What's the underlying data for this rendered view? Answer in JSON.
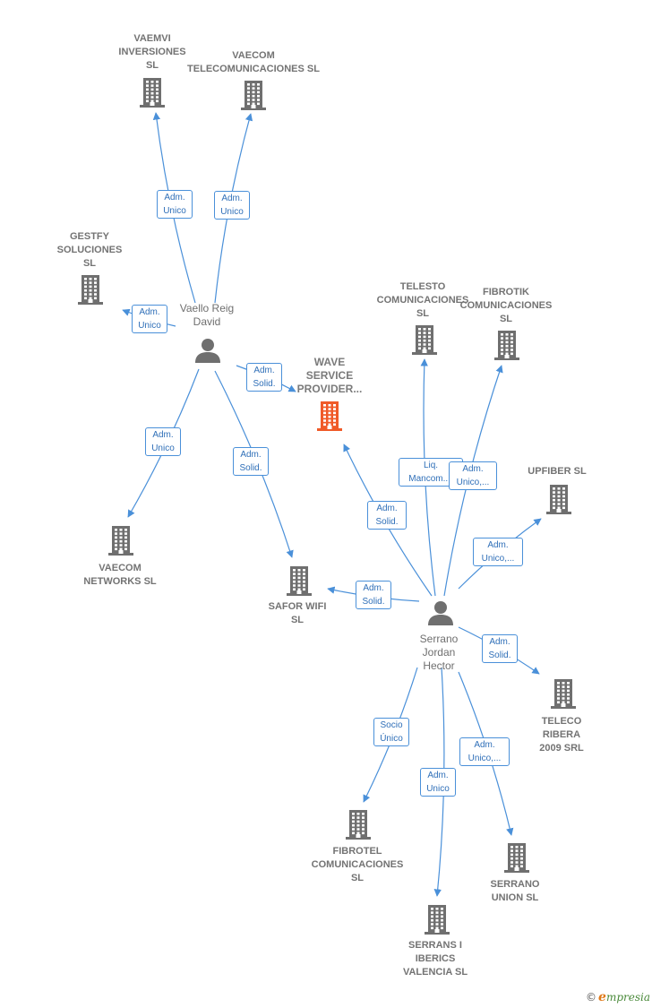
{
  "nodes": [
    {
      "id": "vaemvi",
      "type": "company",
      "label": "VAEMVI\nINVERSIONES\nSL"
    },
    {
      "id": "vaecom_tel",
      "type": "company",
      "label": "VAECOM\nTELECOMUNICACIONES SL"
    },
    {
      "id": "gestfy",
      "type": "company",
      "label": "GESTFY\nSOLUCIONES\nSL"
    },
    {
      "id": "vaello",
      "type": "person",
      "label": "Vaello Reig\nDavid"
    },
    {
      "id": "wave",
      "type": "company",
      "label": "WAVE\nSERVICE\nPROVIDER...",
      "focus": true
    },
    {
      "id": "telesto",
      "type": "company",
      "label": "TELESTO\nCOMUNICACIONES\nSL"
    },
    {
      "id": "fibrotik",
      "type": "company",
      "label": "FIBROTIK\nCOMUNICACIONES\nSL"
    },
    {
      "id": "upfiber",
      "type": "company",
      "label": "UPFIBER  SL"
    },
    {
      "id": "vaecom_net",
      "type": "company",
      "label": "VAECOM\nNETWORKS  SL"
    },
    {
      "id": "safor",
      "type": "company",
      "label": "SAFOR WIFI\nSL"
    },
    {
      "id": "serrano",
      "type": "person",
      "label": "Serrano\nJordan\nHector"
    },
    {
      "id": "teleco",
      "type": "company",
      "label": "TELECO\nRIBERA\n2009 SRL"
    },
    {
      "id": "fibrotel",
      "type": "company",
      "label": "FIBROTEL\nCOMUNICACIONES\nSL"
    },
    {
      "id": "serrans",
      "type": "company",
      "label": "SERRANS I\nIBERICS\nVALENCIA  SL"
    },
    {
      "id": "serrano_union",
      "type": "company",
      "label": "SERRANO\nUNION  SL"
    }
  ],
  "edges": [
    {
      "from": "vaello",
      "to": "vaemvi",
      "label": "Adm.\nUnico"
    },
    {
      "from": "vaello",
      "to": "vaecom_tel",
      "label": "Adm.\nUnico"
    },
    {
      "from": "vaello",
      "to": "gestfy",
      "label": "Adm.\nUnico"
    },
    {
      "from": "vaello",
      "to": "wave",
      "label": "Adm.\nSolid."
    },
    {
      "from": "vaello",
      "to": "vaecom_net",
      "label": "Adm.\nUnico"
    },
    {
      "from": "vaello",
      "to": "safor",
      "label": "Adm.\nSolid."
    },
    {
      "from": "serrano",
      "to": "telesto",
      "label": "Liq.\nMancom...."
    },
    {
      "from": "serrano",
      "to": "fibrotik",
      "label": "Adm.\nUnico,..."
    },
    {
      "from": "serrano",
      "to": "upfiber",
      "label": "Adm.\nUnico,..."
    },
    {
      "from": "serrano",
      "to": "wave",
      "label": "Adm.\nSolid."
    },
    {
      "from": "serrano",
      "to": "safor",
      "label": "Adm.\nSolid."
    },
    {
      "from": "serrano",
      "to": "teleco",
      "label": "Adm.\nSolid."
    },
    {
      "from": "serrano",
      "to": "fibrotel",
      "label": "Socio\nÚnico"
    },
    {
      "from": "serrano",
      "to": "serrans",
      "label": "Adm.\nUnico"
    },
    {
      "from": "serrano",
      "to": "serrano_union",
      "label": "Adm.\nUnico,..."
    }
  ],
  "colors": {
    "edge": "#4a90d9",
    "company": "#6f6f6f",
    "focus_company": "#f05a28",
    "person": "#6f6f6f",
    "label_text": "#2f6fb8"
  },
  "icons": {
    "company": "building-icon",
    "person": "person-icon"
  },
  "watermark": {
    "copyright": "©",
    "brand_initial": "e",
    "brand_rest": "mpresia"
  }
}
